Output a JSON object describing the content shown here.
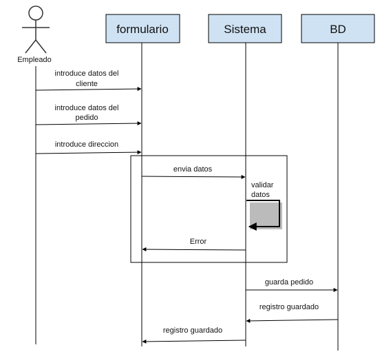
{
  "actor": {
    "label": "Empleado"
  },
  "participants": [
    {
      "label": "formulario"
    },
    {
      "label": "Sistema"
    },
    {
      "label": "BD"
    }
  ],
  "messages": [
    {
      "line1": "introduce datos del",
      "line2": "cliente"
    },
    {
      "line1": "introduce datos del",
      "line2": "pedido"
    },
    {
      "line1": "introduce direccion"
    },
    {
      "line1": "envia datos"
    },
    {
      "line1": "validar",
      "line2": "datos"
    },
    {
      "line1": "Error"
    },
    {
      "line1": "guarda pedido"
    },
    {
      "line1": "registro guardado"
    },
    {
      "line1": "registro guardado"
    }
  ],
  "colors": {
    "box_fill": "#cfe2f3",
    "line": "#000000"
  }
}
